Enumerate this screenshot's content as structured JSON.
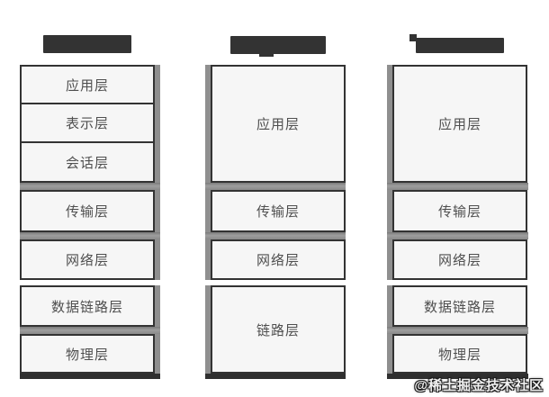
{
  "diagram": {
    "watermark": "@稀土掘金技术社区",
    "columns": [
      {
        "id": "osi-seven-layer",
        "header_label": "",
        "layers": [
          "应用层",
          "表示层",
          "会话层",
          "传输层",
          "网络层",
          "数据链路层",
          "物理层"
        ]
      },
      {
        "id": "tcpip-four-layer",
        "header_label": "",
        "layers": [
          "应用层",
          "传输层",
          "网络层",
          "链路层"
        ]
      },
      {
        "id": "five-layer",
        "header_label": "",
        "layers": [
          "应用层",
          "传输层",
          "网络层",
          "数据链路层",
          "物理层"
        ]
      }
    ],
    "colors": {
      "background": "#ffffff",
      "box_fill": "#f6f6f6",
      "box_border": "#333333",
      "box_text": "#4f4f4f",
      "separator_gray": "#8f8f8f",
      "header_bar": "#333333",
      "bottom_shadow": "#2f2f2f",
      "watermark_text": "#f0f0f0"
    }
  }
}
